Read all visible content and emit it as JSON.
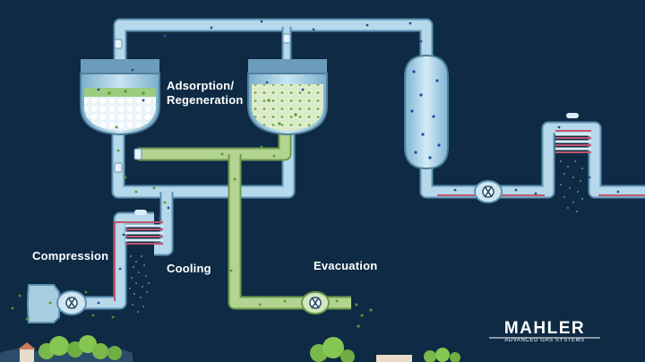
{
  "labels": {
    "adsorption_line1": "Adsorption/",
    "adsorption_line2": "Regeneration",
    "compression": "Compression",
    "cooling": "Cooling",
    "evacuation": "Evacuation"
  },
  "brand": {
    "name": "MAHLER",
    "tagline": "ADVANCED GAS SYSTEMS"
  },
  "colors": {
    "background": "#0f2a44",
    "pipe_blue": "#a9d2e6",
    "pipe_green": "#a8cc86",
    "pipe_red": "#c0566e",
    "particle_blue": "#1f4f9e",
    "particle_green": "#4f9a2a"
  }
}
